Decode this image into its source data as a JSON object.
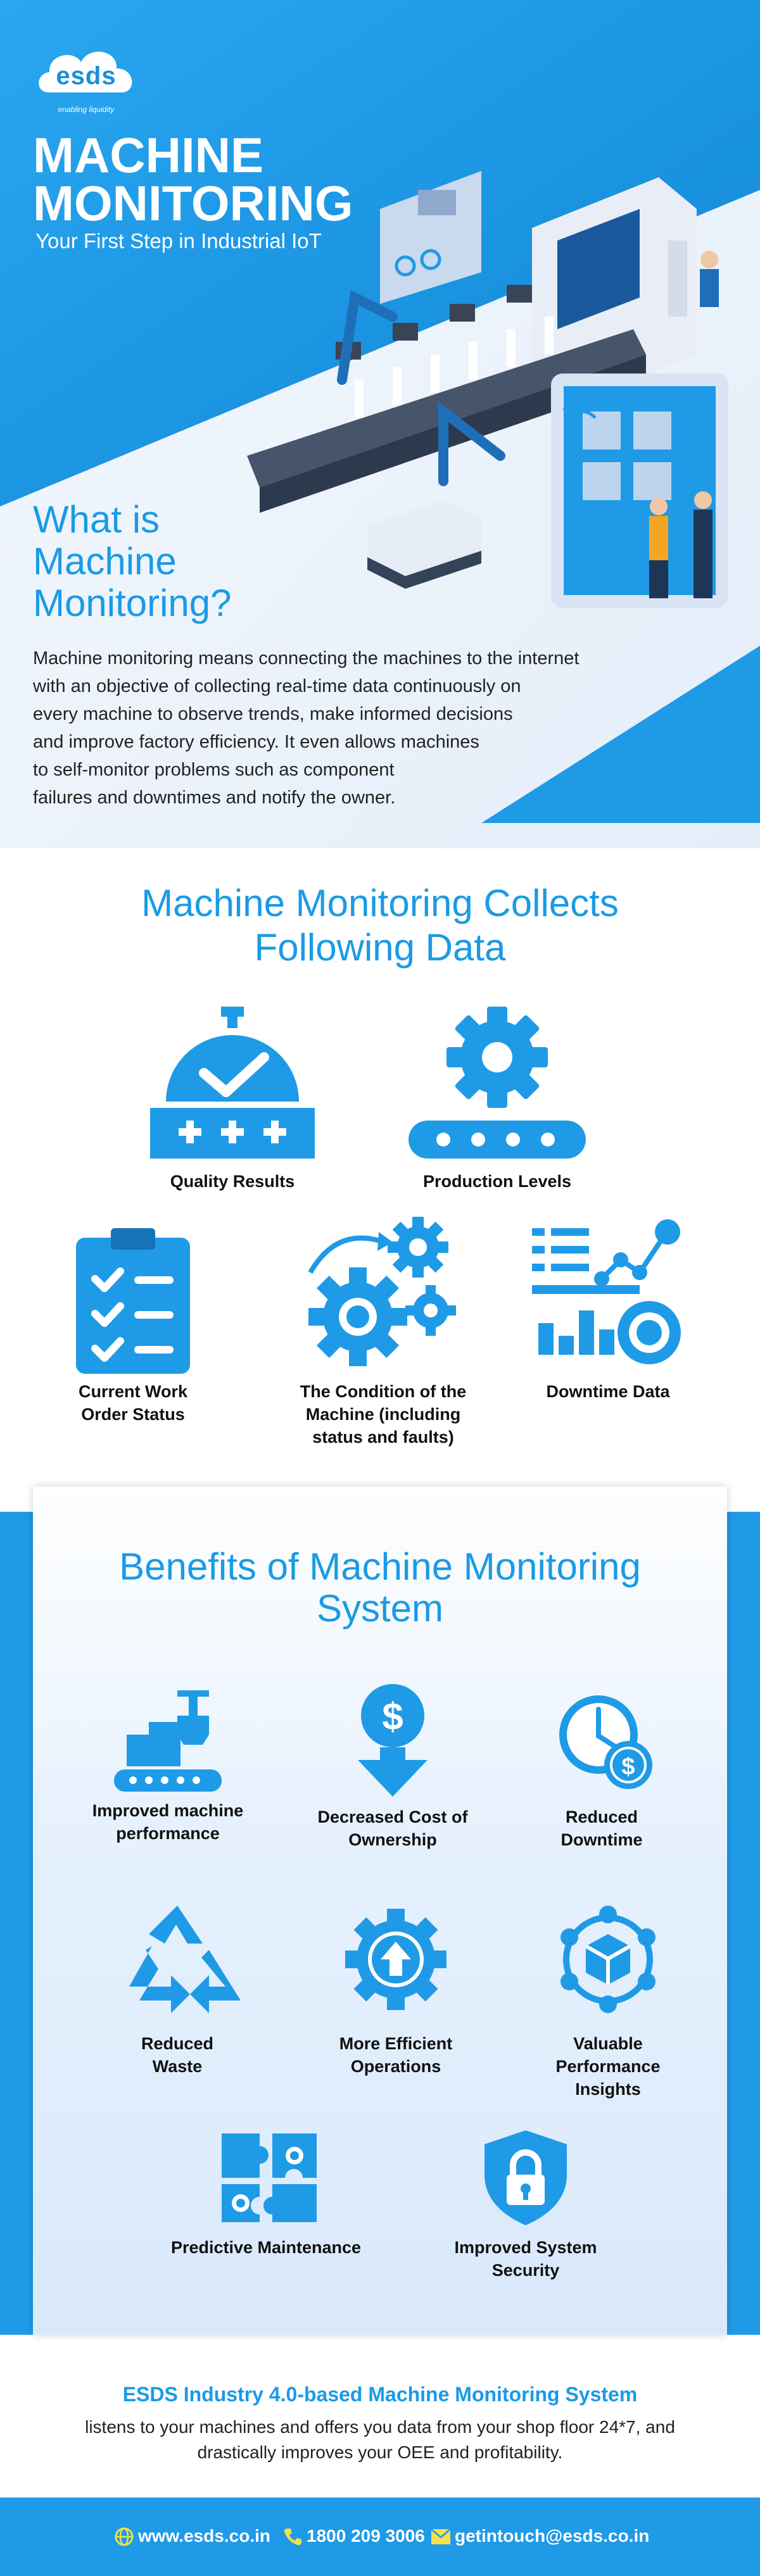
{
  "colors": {
    "brand_blue": "#1f9ae6",
    "title_blue": "#1a9be4",
    "white": "#ffffff",
    "text": "#222222"
  },
  "logo": {
    "name": "esds",
    "tagline": "enabling liquidity"
  },
  "hero": {
    "title_line1": "MACHINE",
    "title_line2": "MONITORING",
    "subtitle": "Your First Step in Industrial IoT"
  },
  "what": {
    "title_line1": "What is",
    "title_line2": "Machine",
    "title_line3": "Monitoring?",
    "lines": [
      "Machine monitoring means connecting the machines to the internet",
      "with an objective of collecting real-time data continuously on",
      "every machine to observe trends, make informed decisions",
      "and improve factory efficiency.  It even allows machines",
      "to self-monitor problems such as component",
      "failures and downtimes and notify the owner."
    ]
  },
  "collects": {
    "title_line1": "Machine Monitoring Collects",
    "title_line2": "Following Data",
    "items": [
      {
        "icon": "quality-gauge-icon",
        "label_lines": [
          "Quality Results"
        ]
      },
      {
        "icon": "gear-conveyor-icon",
        "label_lines": [
          "Production Levels"
        ]
      },
      {
        "icon": "clipboard-checklist-icon",
        "label_lines": [
          "Current Work",
          "Order Status"
        ]
      },
      {
        "icon": "gears-icon",
        "label_lines": [
          "The Condition of the",
          "Machine (including",
          "status and faults)"
        ]
      },
      {
        "icon": "analytics-dashboard-icon",
        "label_lines": [
          "Downtime Data"
        ]
      }
    ]
  },
  "benefits": {
    "title_line1": "Benefits of Machine Monitoring",
    "title_line2": "System",
    "items": [
      {
        "icon": "robot-arm-conveyor-icon",
        "label_lines": [
          "Improved machine",
          "performance"
        ]
      },
      {
        "icon": "dollar-down-arrow-icon",
        "label_lines": [
          "Decreased Cost of",
          "Ownership"
        ]
      },
      {
        "icon": "clock-dollar-icon",
        "label_lines": [
          "Reduced",
          "Downtime"
        ]
      },
      {
        "icon": "recycle-icon",
        "label_lines": [
          "Reduced",
          "Waste"
        ]
      },
      {
        "icon": "gear-up-arrow-icon",
        "label_lines": [
          "More Efficient",
          "Operations"
        ]
      },
      {
        "icon": "network-cube-icon",
        "label_lines": [
          "Valuable",
          "Performance",
          "Insights"
        ]
      },
      {
        "icon": "puzzle-gears-icon",
        "label_lines": [
          "Predictive Maintenance"
        ]
      },
      {
        "icon": "shield-lock-icon",
        "label_lines": [
          "Improved System",
          "Security"
        ]
      }
    ]
  },
  "footer": {
    "title": "ESDS Industry 4.0-based Machine Monitoring System",
    "body_line1": "listens to your machines and offers you data from your shop floor 24*7, and",
    "body_line2": "drastically improves your OEE and profitability.",
    "website": "www.esds.co.in",
    "phone": "1800 209 3006",
    "email": "getintouch@esds.co.in"
  }
}
